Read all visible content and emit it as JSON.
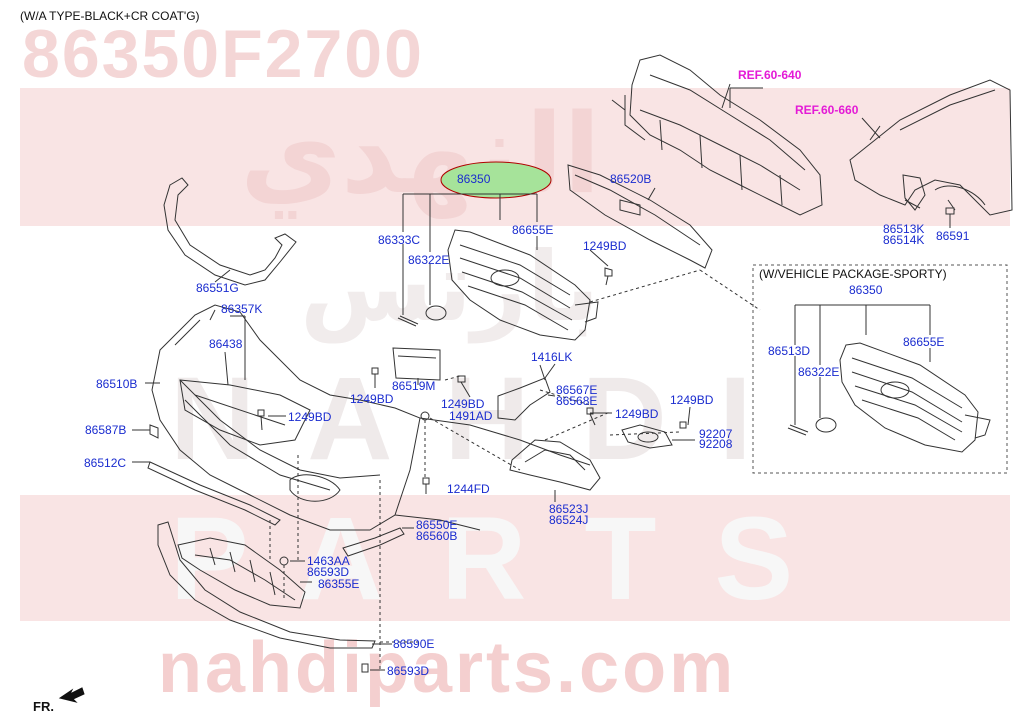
{
  "caption": "(W/A TYPE-BLACK+CR COAT'G)",
  "watermarks": {
    "part_number": "86350F2700",
    "arabic_brand": "النهدي",
    "arabic_parts": "بارتس",
    "brand_word": "NAHDI",
    "parts_word": "PARTS",
    "website": "nahdiparts.com"
  },
  "highlight_color": "#a6e39a",
  "reference_color": "#e41ad6",
  "label_color": "#1a2ccf",
  "labels": {
    "p86350_main": "86350",
    "p86520B": "86520B",
    "ref_640": "REF.60-640",
    "ref_660": "REF.60-660",
    "p86551G": "86551G",
    "p86333C": "86333C",
    "p86322E_main": "86322E",
    "p86655E_main": "86655E",
    "p1249BD_a": "1249BD",
    "p86513K": "86513K",
    "p86514K": "86514K",
    "p86591": "86591",
    "p86357K": "86357K",
    "p86438": "86438",
    "p86510B": "86510B",
    "p86519M": "86519M",
    "p1249BD_b": "1249BD",
    "p1416LK": "1416LK",
    "p86567E": "86567E",
    "p86568E": "86568E",
    "p1249BD_c": "1249BD",
    "p1491AD": "1491AD",
    "p1249BD_d": "1249BD",
    "p1249BD_e": "1249BD",
    "p1249BD_f": "1249BD",
    "p92207": "92207",
    "p92208": "92208",
    "p86587B": "86587B",
    "p86512C": "86512C",
    "p1244FD": "1244FD",
    "p86523J": "86523J",
    "p86524J": "86524J",
    "p86550E": "86550E",
    "p86560B": "86560B",
    "p1463AA": "1463AA",
    "p86593D_a": "86593D",
    "p86355E": "86355E",
    "p86590E": "86590E",
    "p86593D_b": "86593D",
    "fr": "FR."
  },
  "sporty_box": {
    "caption": "(W/VEHICLE PACKAGE-SPORTY)",
    "p86350": "86350",
    "p86513D": "86513D",
    "p86322E": "86322E",
    "p86655E": "86655E"
  }
}
